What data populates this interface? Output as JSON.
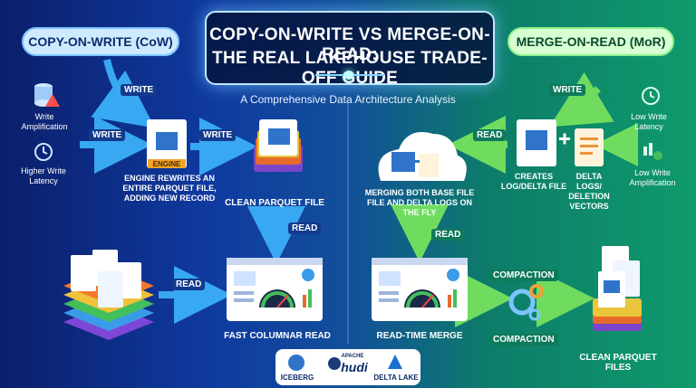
{
  "title": {
    "line1": "COPY-ON-WRITE VS MERGE-ON-READ:",
    "line2": "THE REAL LAKEHOUSE TRADE-OFF GUIDE"
  },
  "subtitle": "A Comprehensive Data Architecture Analysis",
  "cow": {
    "header": "COPY-ON-WRITE (CoW)",
    "write_top": "WRITE",
    "write_left": "WRITE",
    "write_right": "WRITE",
    "read_mid": "READ",
    "read_bottom": "READ",
    "side_issues": [
      "Write Amplification",
      "Higher Write Latency"
    ],
    "engine_badge": "ENGINE",
    "engine_caption": "ENGINE REWRITES AN ENTIRE PARQUET FILE, ADDING NEW RECORD",
    "clean_file": "CLEAN PARQUET FILE",
    "speed_label": "SPEED",
    "fast_read": "FAST COLUMNAR READ"
  },
  "mor": {
    "header": "MERGE-ON-READ (MoR)",
    "write_top": "WRITE",
    "read_top": "READ",
    "read_mid": "READ",
    "benefits": [
      "Low Write Latency",
      "Low Write Amplification"
    ],
    "creates_log": "CREATES LOG/DELTA FILE",
    "delta_logs": "DELTA LOGS/ DELETION VECTORS",
    "merging_caption": "MERGING BOTH BASE FILE FILE AND DELTA LOGS ON THE FLY",
    "speed_label": "SPEED",
    "read_time_merge": "READ-TIME MERGE",
    "compaction_top": "COMPACTION",
    "compaction_bottom": "COMPACTION",
    "clean_files": "CLEAN PARQUET FILES"
  },
  "logos": {
    "iceberg": "ICEBERG",
    "hudi_apache": "APACHE",
    "hudi": "hudi",
    "delta": "DELTA LAKE"
  },
  "colors": {
    "cow_bg": "#0f3aa0",
    "mor_bg": "#0f9a6c",
    "accent": "#3fb7ff",
    "arrow_blue": "#39a8f2",
    "arrow_green": "#6fdc5f"
  }
}
